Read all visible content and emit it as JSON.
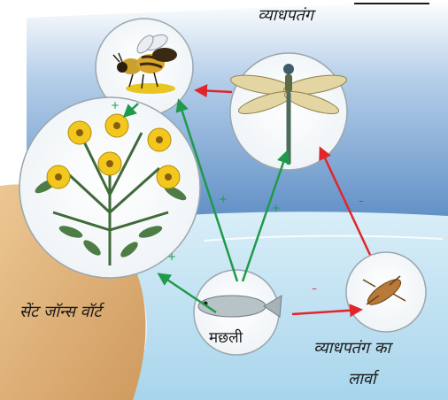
{
  "labels": {
    "dragonfly": "व्याधपतंग",
    "wort": "सेंट जॉन्स वॉर्ट",
    "fish": "मछली",
    "larva_line1": "व्याधपतंग का",
    "larva_line2": "लार्वा"
  },
  "signs": {
    "plus": "+",
    "minus": "–"
  },
  "colors": {
    "positive": "#1f9a4a",
    "negative": "#e0262b",
    "sky": "#6f9fd1",
    "water": "#bfe2f2",
    "sand": "#e0b37c"
  }
}
